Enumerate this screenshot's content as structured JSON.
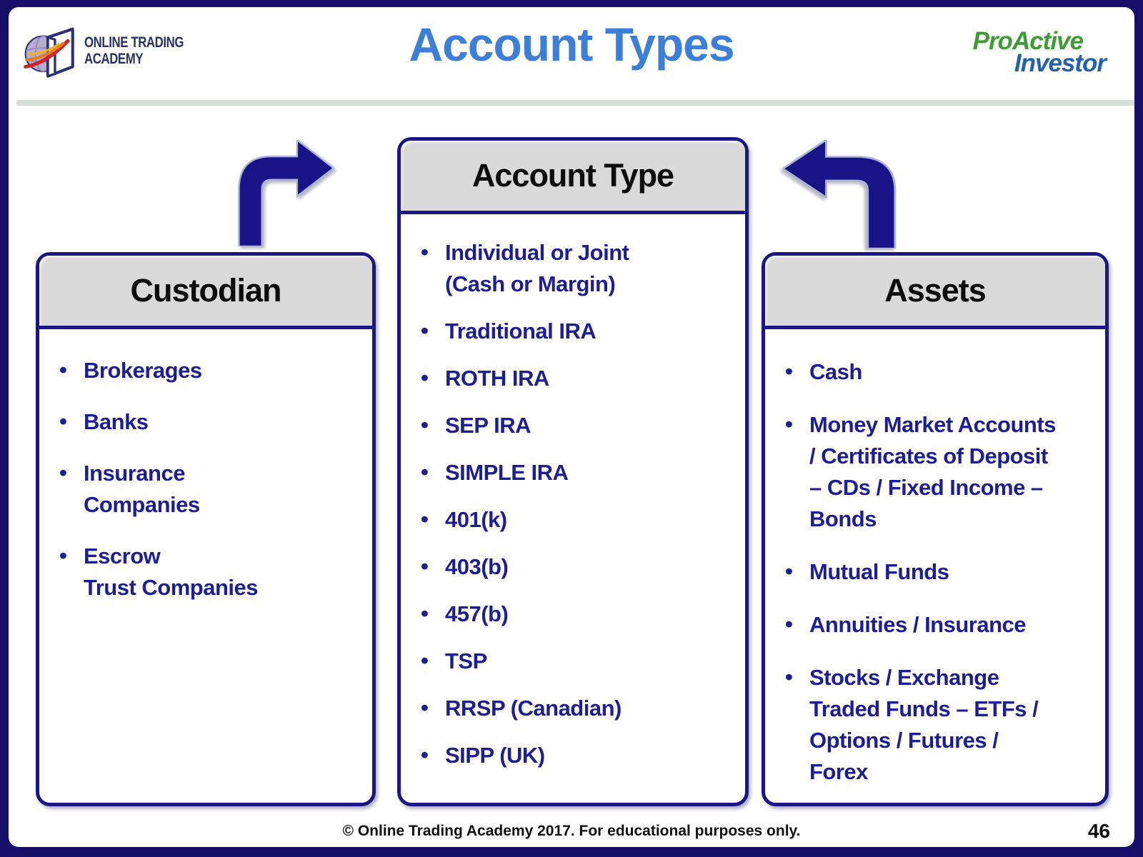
{
  "header": {
    "title": "Account Types",
    "ota_logo": {
      "line1": "ONLINE TRADING",
      "line2": "ACADEMY"
    },
    "proactive_logo": {
      "line1": "ProActive",
      "line2": "Investor"
    }
  },
  "diagram": {
    "custodian": {
      "title": "Custodian",
      "items": [
        "Brokerages",
        "Banks",
        "Insurance\nCompanies",
        "Escrow\nTrust Companies"
      ]
    },
    "account_type": {
      "title": "Account Type",
      "items": [
        "Individual or Joint\n(Cash or Margin)",
        "Traditional IRA",
        "ROTH IRA",
        "SEP IRA",
        "SIMPLE IRA",
        "401(k)",
        "403(b)",
        "457(b)",
        "TSP",
        "RRSP (Canadian)",
        "SIPP (UK)"
      ]
    },
    "assets": {
      "title": "Assets",
      "items": [
        "Cash",
        "Money Market Accounts\n/ Certificates of Deposit\n– CDs / Fixed Income –\nBonds",
        "Mutual Funds",
        "Annuities / Insurance",
        "Stocks / Exchange\nTraded Funds – ETFs /\nOptions / Futures /\nForex"
      ]
    },
    "left_arrow_icon": "curved-arrow-right",
    "right_arrow_icon": "curved-arrow-left"
  },
  "footer": {
    "copyright": "© Online Trading Academy 2017. For educational purposes only.",
    "page_number": "46"
  },
  "colors": {
    "slide_border_navy": "#160e68",
    "box_border_navy": "#1b1586",
    "bullet_text_navy": "#1d1d94",
    "title_blue": "#3d7ed9",
    "header_gray": "#d9d9d9",
    "arrow_navy": "#1a1387",
    "proactive_green": "#3f9c35",
    "proactive_blue": "#2161ad"
  }
}
